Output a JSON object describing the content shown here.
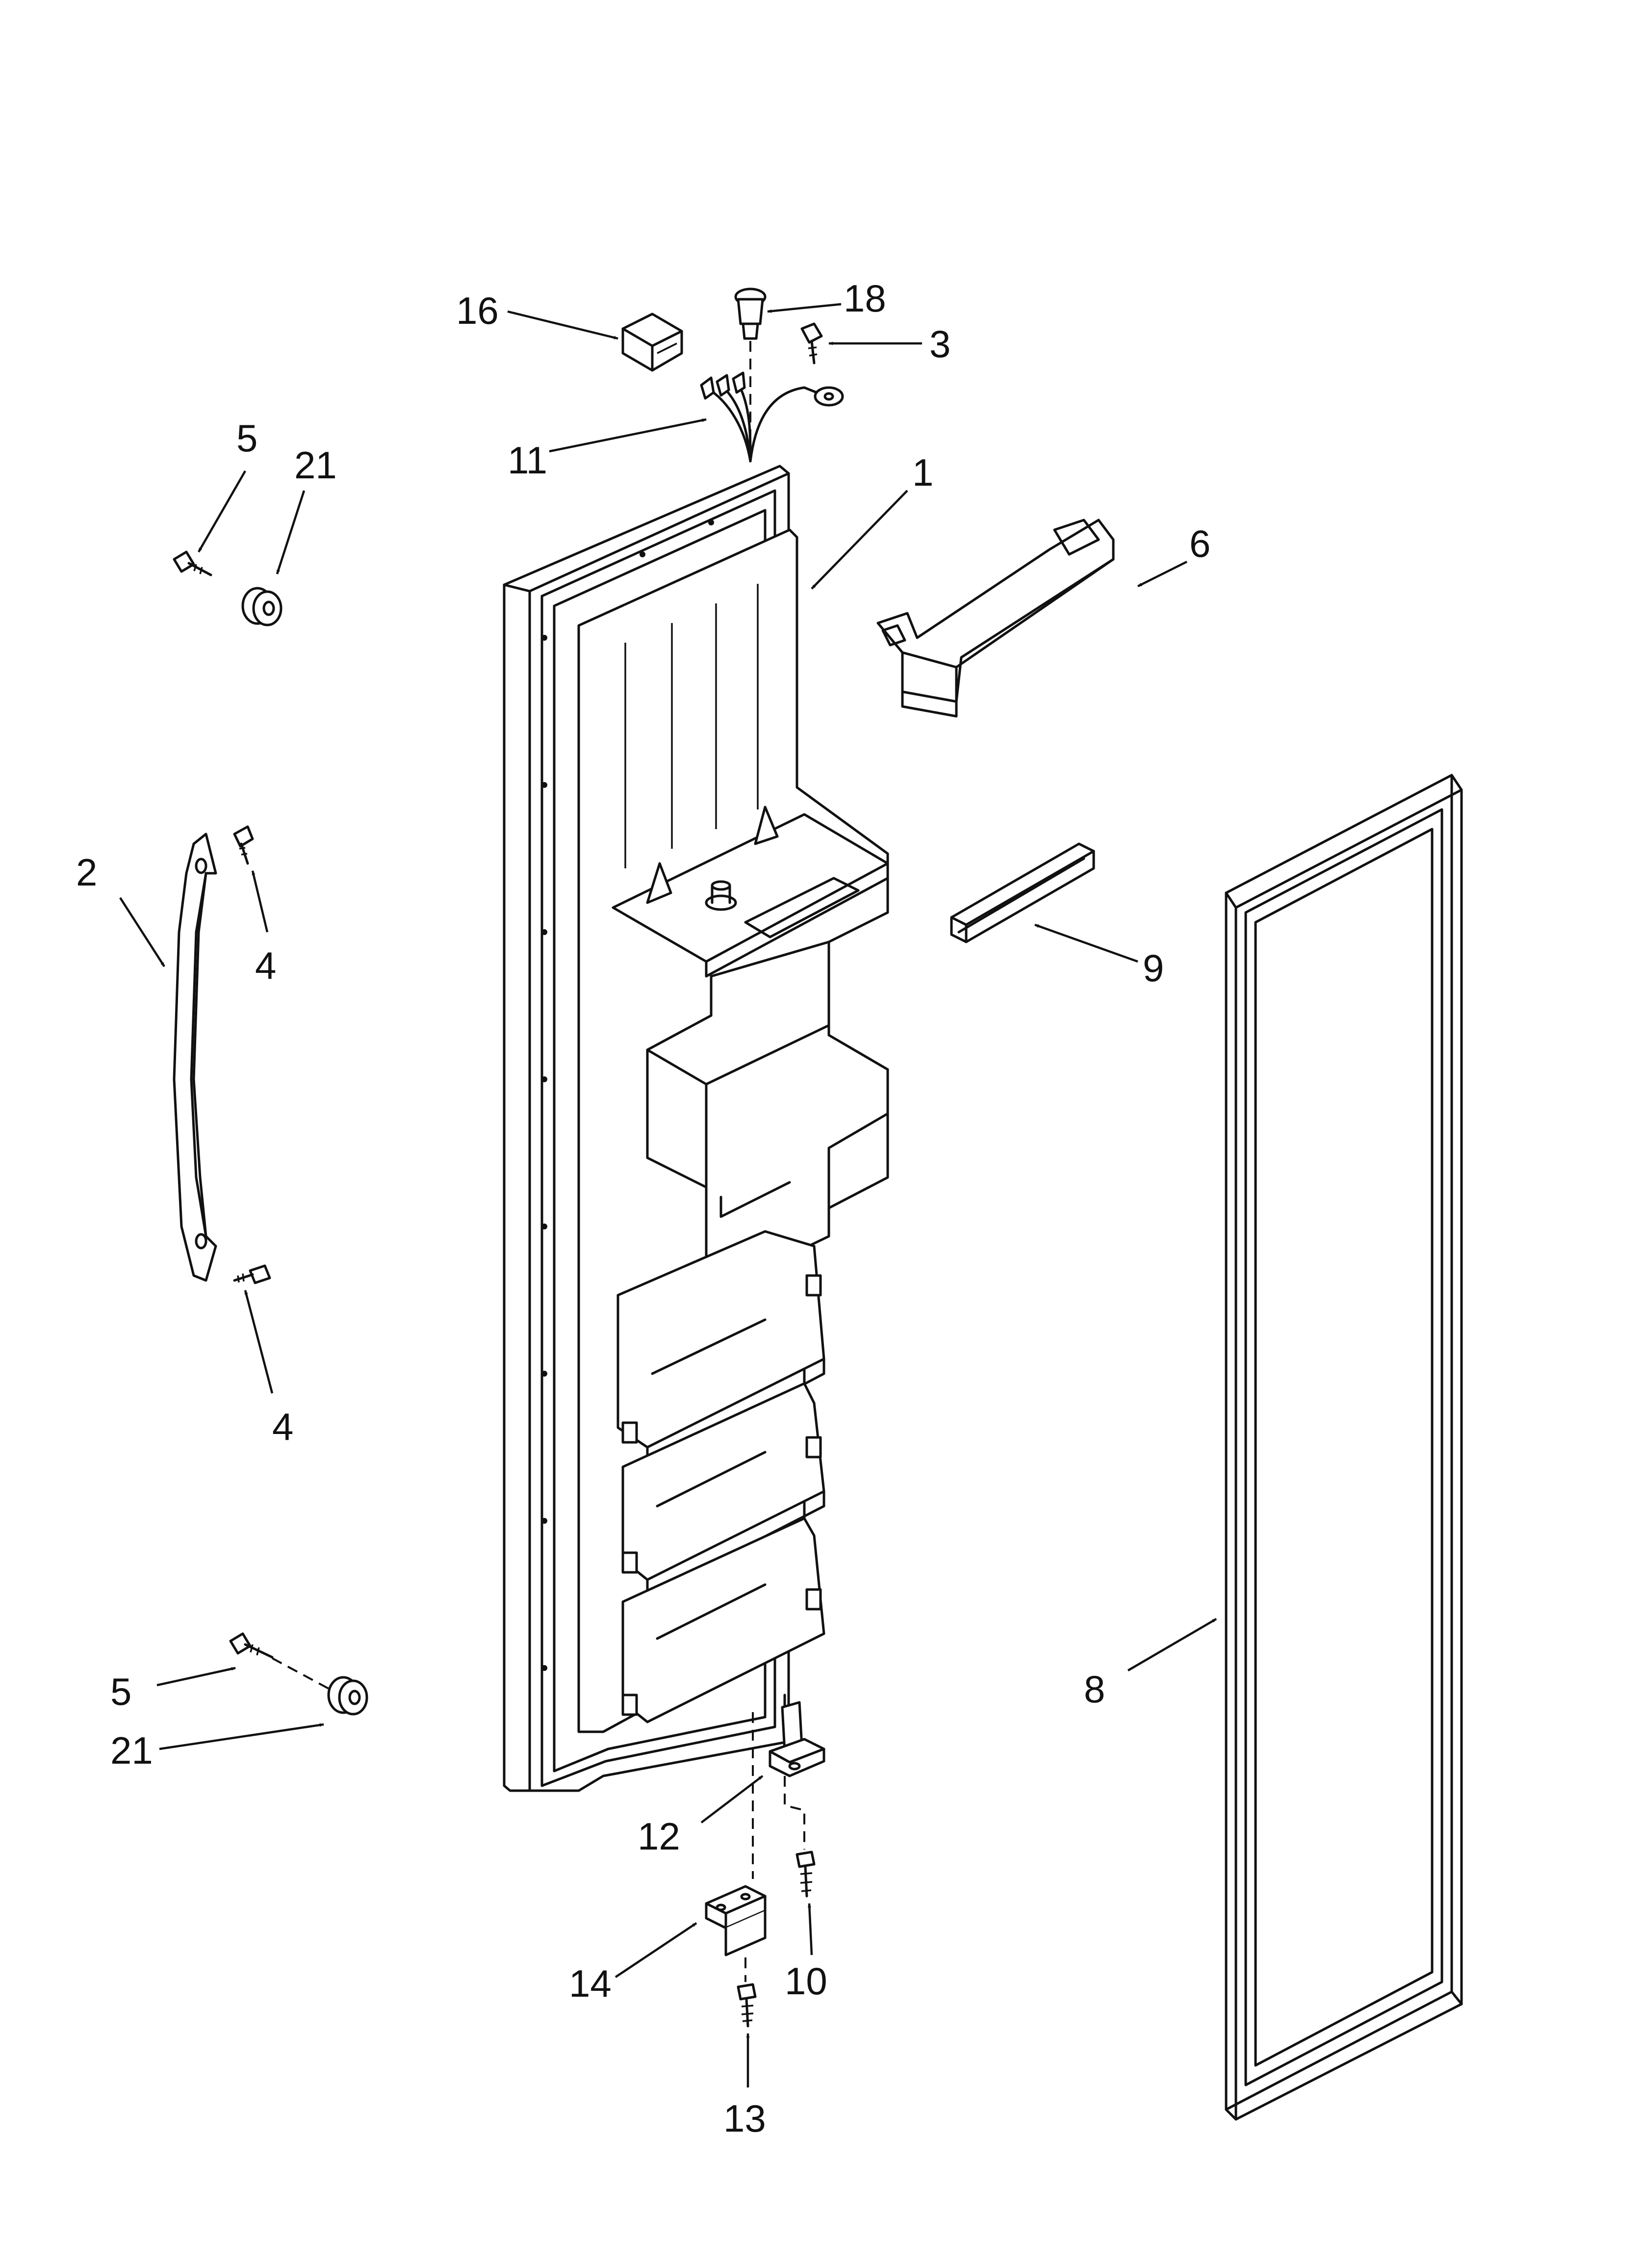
{
  "diagram": {
    "callouts": [
      {
        "id": "c1",
        "text": "1"
      },
      {
        "id": "c2",
        "text": "2"
      },
      {
        "id": "c3",
        "text": "3"
      },
      {
        "id": "c4a",
        "text": "4"
      },
      {
        "id": "c4b",
        "text": "4"
      },
      {
        "id": "c5a",
        "text": "5"
      },
      {
        "id": "c5b",
        "text": "5"
      },
      {
        "id": "c6",
        "text": "6"
      },
      {
        "id": "c8",
        "text": "8"
      },
      {
        "id": "c9",
        "text": "9"
      },
      {
        "id": "c10",
        "text": "10"
      },
      {
        "id": "c11",
        "text": "11"
      },
      {
        "id": "c12",
        "text": "12"
      },
      {
        "id": "c13",
        "text": "13"
      },
      {
        "id": "c14",
        "text": "14"
      },
      {
        "id": "c16",
        "text": "16"
      },
      {
        "id": "c18",
        "text": "18"
      },
      {
        "id": "c21a",
        "text": "21"
      },
      {
        "id": "c21b",
        "text": "21"
      }
    ]
  }
}
